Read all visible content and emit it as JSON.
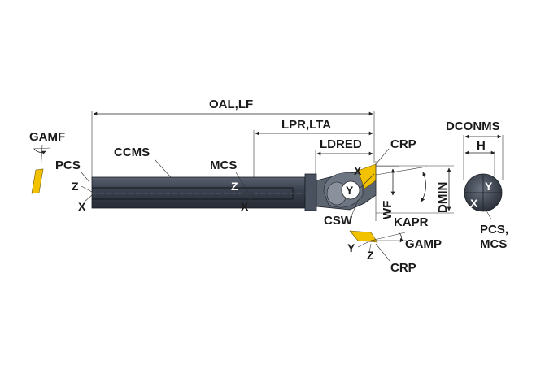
{
  "labels": {
    "oal_lf": "OAL,LF",
    "lpr_lta": "LPR,LTA",
    "ldred": "LDRED",
    "crp_top": "CRP",
    "gamf": "GAMF",
    "ccms": "CCMS",
    "pcs": "PCS",
    "mcs": "MCS",
    "csw": "CSW",
    "wf": "WF",
    "kapr": "KAPR",
    "dmin": "DMIN",
    "gamp": "GAMP",
    "crp_bottom": "CRP",
    "dconms": "DCONMS",
    "h": "H",
    "pcs_mcs_line1": "PCS,",
    "pcs_mcs_line2": "MCS"
  },
  "axes": {
    "z": "Z",
    "x": "X",
    "y": "Y"
  },
  "colors": {
    "tool_body": "#3d4452",
    "tool_dark": "#22272f",
    "neck": "#5c6470",
    "insert": "#f2c200",
    "line": "#222222"
  }
}
